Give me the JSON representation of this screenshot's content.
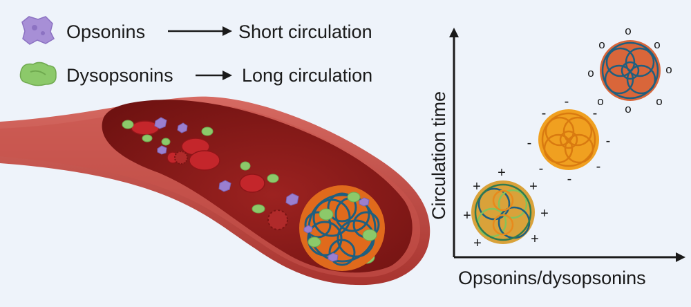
{
  "legend": {
    "opsonins": {
      "label": "Opsonins",
      "result": "Short circulation",
      "color": "#a78fd6"
    },
    "dysopsonins": {
      "label": "Dysopsonins",
      "result": "Long circulation",
      "color": "#8cc96a"
    }
  },
  "plot": {
    "x_label": "Opsonins/dysopsonins",
    "y_label": "Circulation time",
    "charge_marks": {
      "positive": "+",
      "negative": "-",
      "neutral": "o"
    }
  },
  "colors": {
    "vessel": "#b8423c",
    "vessel_inner": "#8a1f1c",
    "blood_cell": "#c4262b",
    "mesh_blue": "#1f5f7f",
    "mesh_orange": "#e88a1c",
    "mesh_green": "#86c25a"
  }
}
